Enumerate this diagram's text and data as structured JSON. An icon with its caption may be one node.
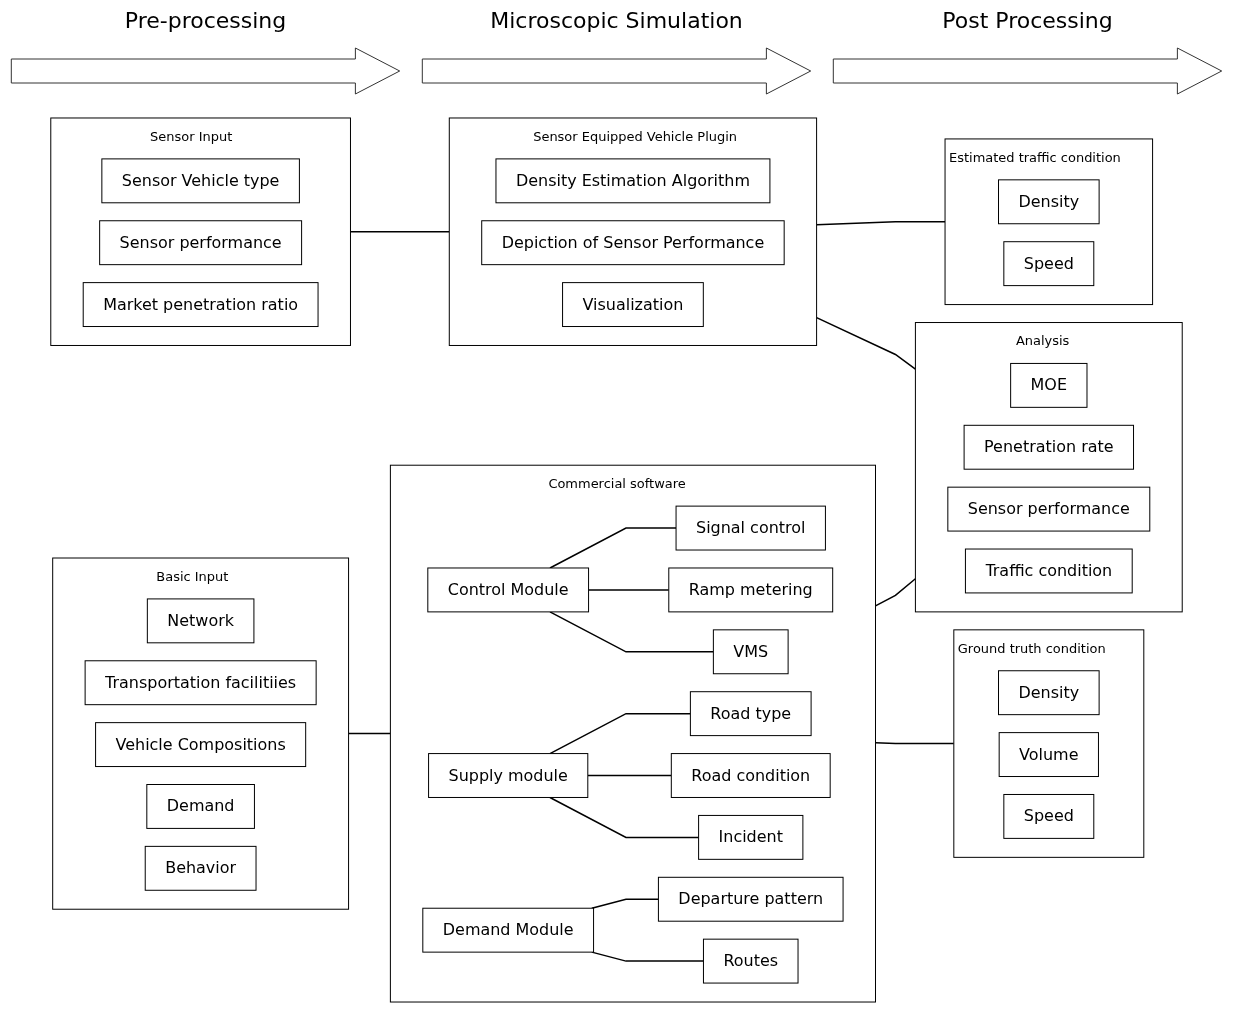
{
  "diagram": {
    "nodes": [
      {
        "text": [
          "Basic Input"
        ]
      },
      {
        "text": [
          "Network"
        ],
        "in": 0
      },
      {
        "text": [
          "Transportation facilitiies"
        ],
        "in": 0
      },
      {
        "text": [
          "Vehicle Compositions"
        ],
        "in": 0
      },
      {
        "text": [
          "Demand"
        ],
        "in": 0
      },
      {
        "text": [
          "Behavior"
        ],
        "in": 0
      },
      {
        "text": [
          "Sensor Input"
        ]
      },
      {
        "text": [
          "Sensor Vehicle type"
        ],
        "in": 6
      },
      {
        "text": [
          "Sensor performance"
        ],
        "in": 6
      },
      {
        "text": [
          "Market penetration ratio"
        ],
        "in": 6
      },
      {
        "text": [
          "Commercial software"
        ]
      },
      {
        "text": [
          "Control Module"
        ],
        "in": 10
      },
      {
        "text": [
          "Signal control"
        ],
        "in": 10
      },
      {
        "text": [
          "Ramp metering"
        ],
        "in": 10
      },
      {
        "text": [
          "VMS"
        ],
        "in": 10
      },
      {
        "text": [
          "Supply module"
        ],
        "in": 10
      },
      {
        "text": [
          "Road type"
        ],
        "in": 10
      },
      {
        "text": [
          "Road condition"
        ],
        "in": 10
      },
      {
        "text": [
          "Incident"
        ],
        "in": 10
      },
      {
        "text": [
          "Demand Module"
        ],
        "in": 10
      },
      {
        "text": [
          "Departure pattern"
        ],
        "in": 10
      },
      {
        "text": [
          "Routes"
        ],
        "in": 10
      },
      {
        "text": [
          "Sensor Equipped Vehicle Plugin"
        ]
      },
      {
        "text": [
          "Density Estimation Algorithm"
        ],
        "in": 22
      },
      {
        "text": [
          "Depiction of Sensor Performance"
        ],
        "in": 22
      },
      {
        "text": [
          "Visualization"
        ],
        "in": 22
      },
      {
        "text": [
          "Ground truth condition"
        ]
      },
      {
        "text": [
          "Density"
        ],
        "in": 26
      },
      {
        "text": [
          "Volume"
        ],
        "in": 26
      },
      {
        "text": [
          "Speed"
        ],
        "in": 26
      },
      {
        "text": [
          "Analysis"
        ]
      },
      {
        "text": [
          "MOE"
        ],
        "in": 30
      },
      {
        "text": [
          "Penetration rate"
        ],
        "in": 30
      },
      {
        "text": [
          "Sensor performance"
        ],
        "in": 30
      },
      {
        "text": [
          "Traffic condition"
        ],
        "in": 30
      },
      {
        "text": [
          "Estimated traffic condition"
        ]
      },
      {
        "text": [
          "Density"
        ],
        "in": 35
      },
      {
        "text": [
          "Speed"
        ],
        "in": 35
      }
    ],
    "edges": [
      {
        "from": 0,
        "to": 10,
        "arrow": "none"
      },
      {
        "from": 6,
        "to": 22,
        "arrow": "none"
      },
      {
        "from": 11,
        "to": 12,
        "arrow": "none"
      },
      {
        "from": 11,
        "to": 13,
        "arrow": "none"
      },
      {
        "from": 11,
        "to": 14,
        "arrow": "none"
      },
      {
        "from": 15,
        "to": 16,
        "arrow": "none"
      },
      {
        "from": 15,
        "to": 17,
        "arrow": "none"
      },
      {
        "from": 15,
        "to": 18,
        "arrow": "none"
      },
      {
        "from": 19,
        "to": 20,
        "arrow": "none"
      },
      {
        "from": 19,
        "to": 21,
        "arrow": "none"
      },
      {
        "from": 10,
        "to": 26,
        "arrow": "none"
      },
      {
        "from": 10,
        "to": 30,
        "arrow": "none"
      },
      {
        "from": 22,
        "to": 30,
        "arrow": "none"
      },
      {
        "from": 22,
        "to": 35,
        "arrow": "none"
      }
    ],
    "labels": [
      "Pre-processing",
      "Microscopic Simulation",
      "Post Processing"
    ]
  }
}
